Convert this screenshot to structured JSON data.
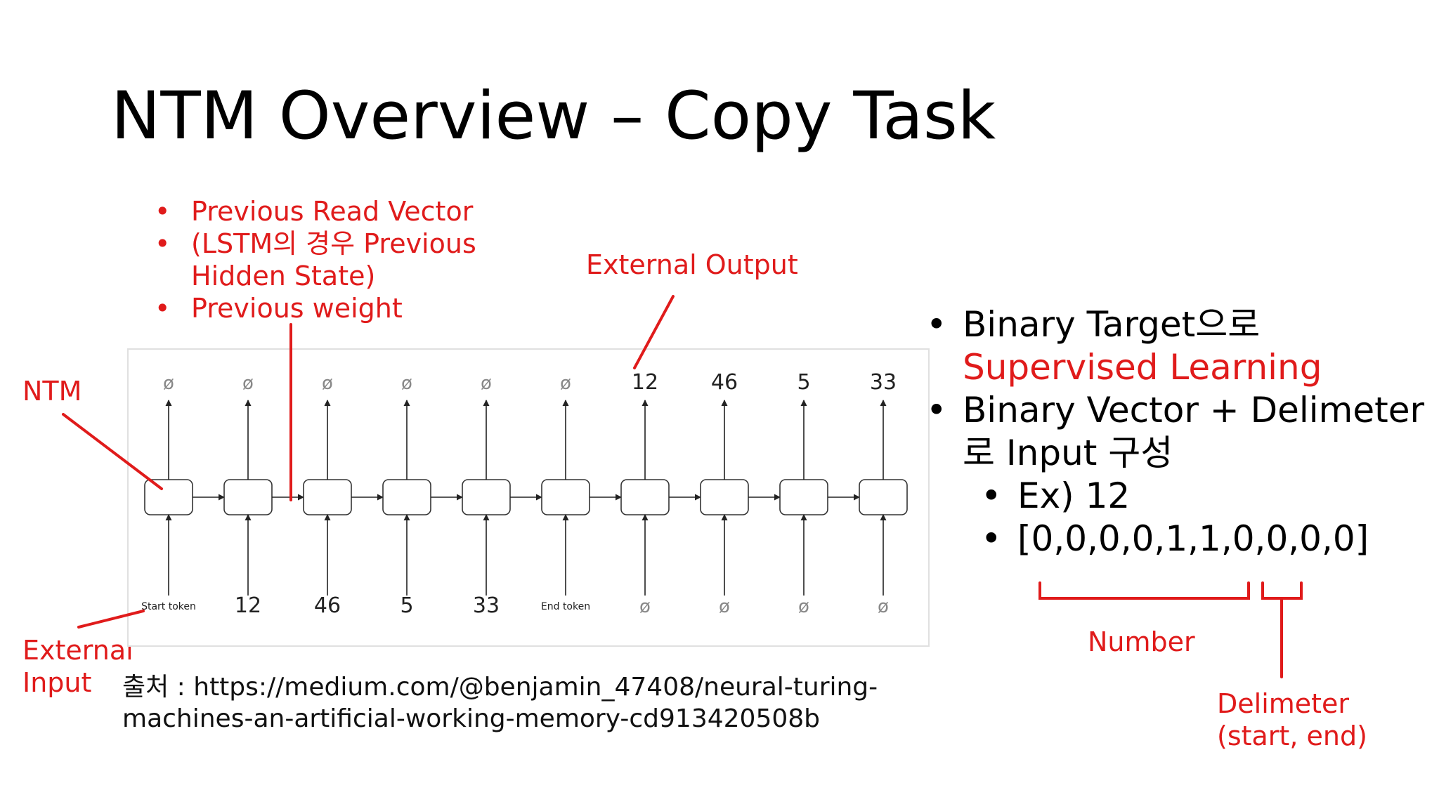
{
  "title": "NTM Overview – Copy Task",
  "top_bullets": [
    {
      "lines": [
        "Previous Read Vector"
      ]
    },
    {
      "lines": [
        "(LSTM의 경우 Previous",
        "Hidden State)"
      ]
    },
    {
      "lines": [
        "Previous weight"
      ]
    }
  ],
  "labels": {
    "external_output": "External Output",
    "ntm": "NTM",
    "external_input_1": "External",
    "external_input_2": "Input",
    "number": "Number",
    "delimeter_1": "Delimeter",
    "delimeter_2": "(start, end)"
  },
  "diagram": {
    "outputs": [
      "ø",
      "ø",
      "ø",
      "ø",
      "ø",
      "ø",
      "12",
      "46",
      "5",
      "33"
    ],
    "inputs": [
      "Start token",
      "12",
      "46",
      "5",
      "33",
      "End token",
      "ø",
      "ø",
      "ø",
      "ø"
    ]
  },
  "right_list": {
    "b1_text": "Binary Target으로",
    "b1_highlight": "Supervised Learning",
    "b2_line1": "Binary Vector + Delimeter",
    "b2_line2": "로 Input 구성",
    "sub1": "Ex) 12",
    "sub2": "[0,0,0,0,1,1,0,0,0,0]"
  },
  "source": {
    "line1": "출처 : https://medium.com/@benjamin_47408/neural-turing-",
    "line2": "machines-an-artificial-working-memory-cd913420508b"
  },
  "colors": {
    "accent": "#e01b1b",
    "box": "#e0e0e0"
  }
}
